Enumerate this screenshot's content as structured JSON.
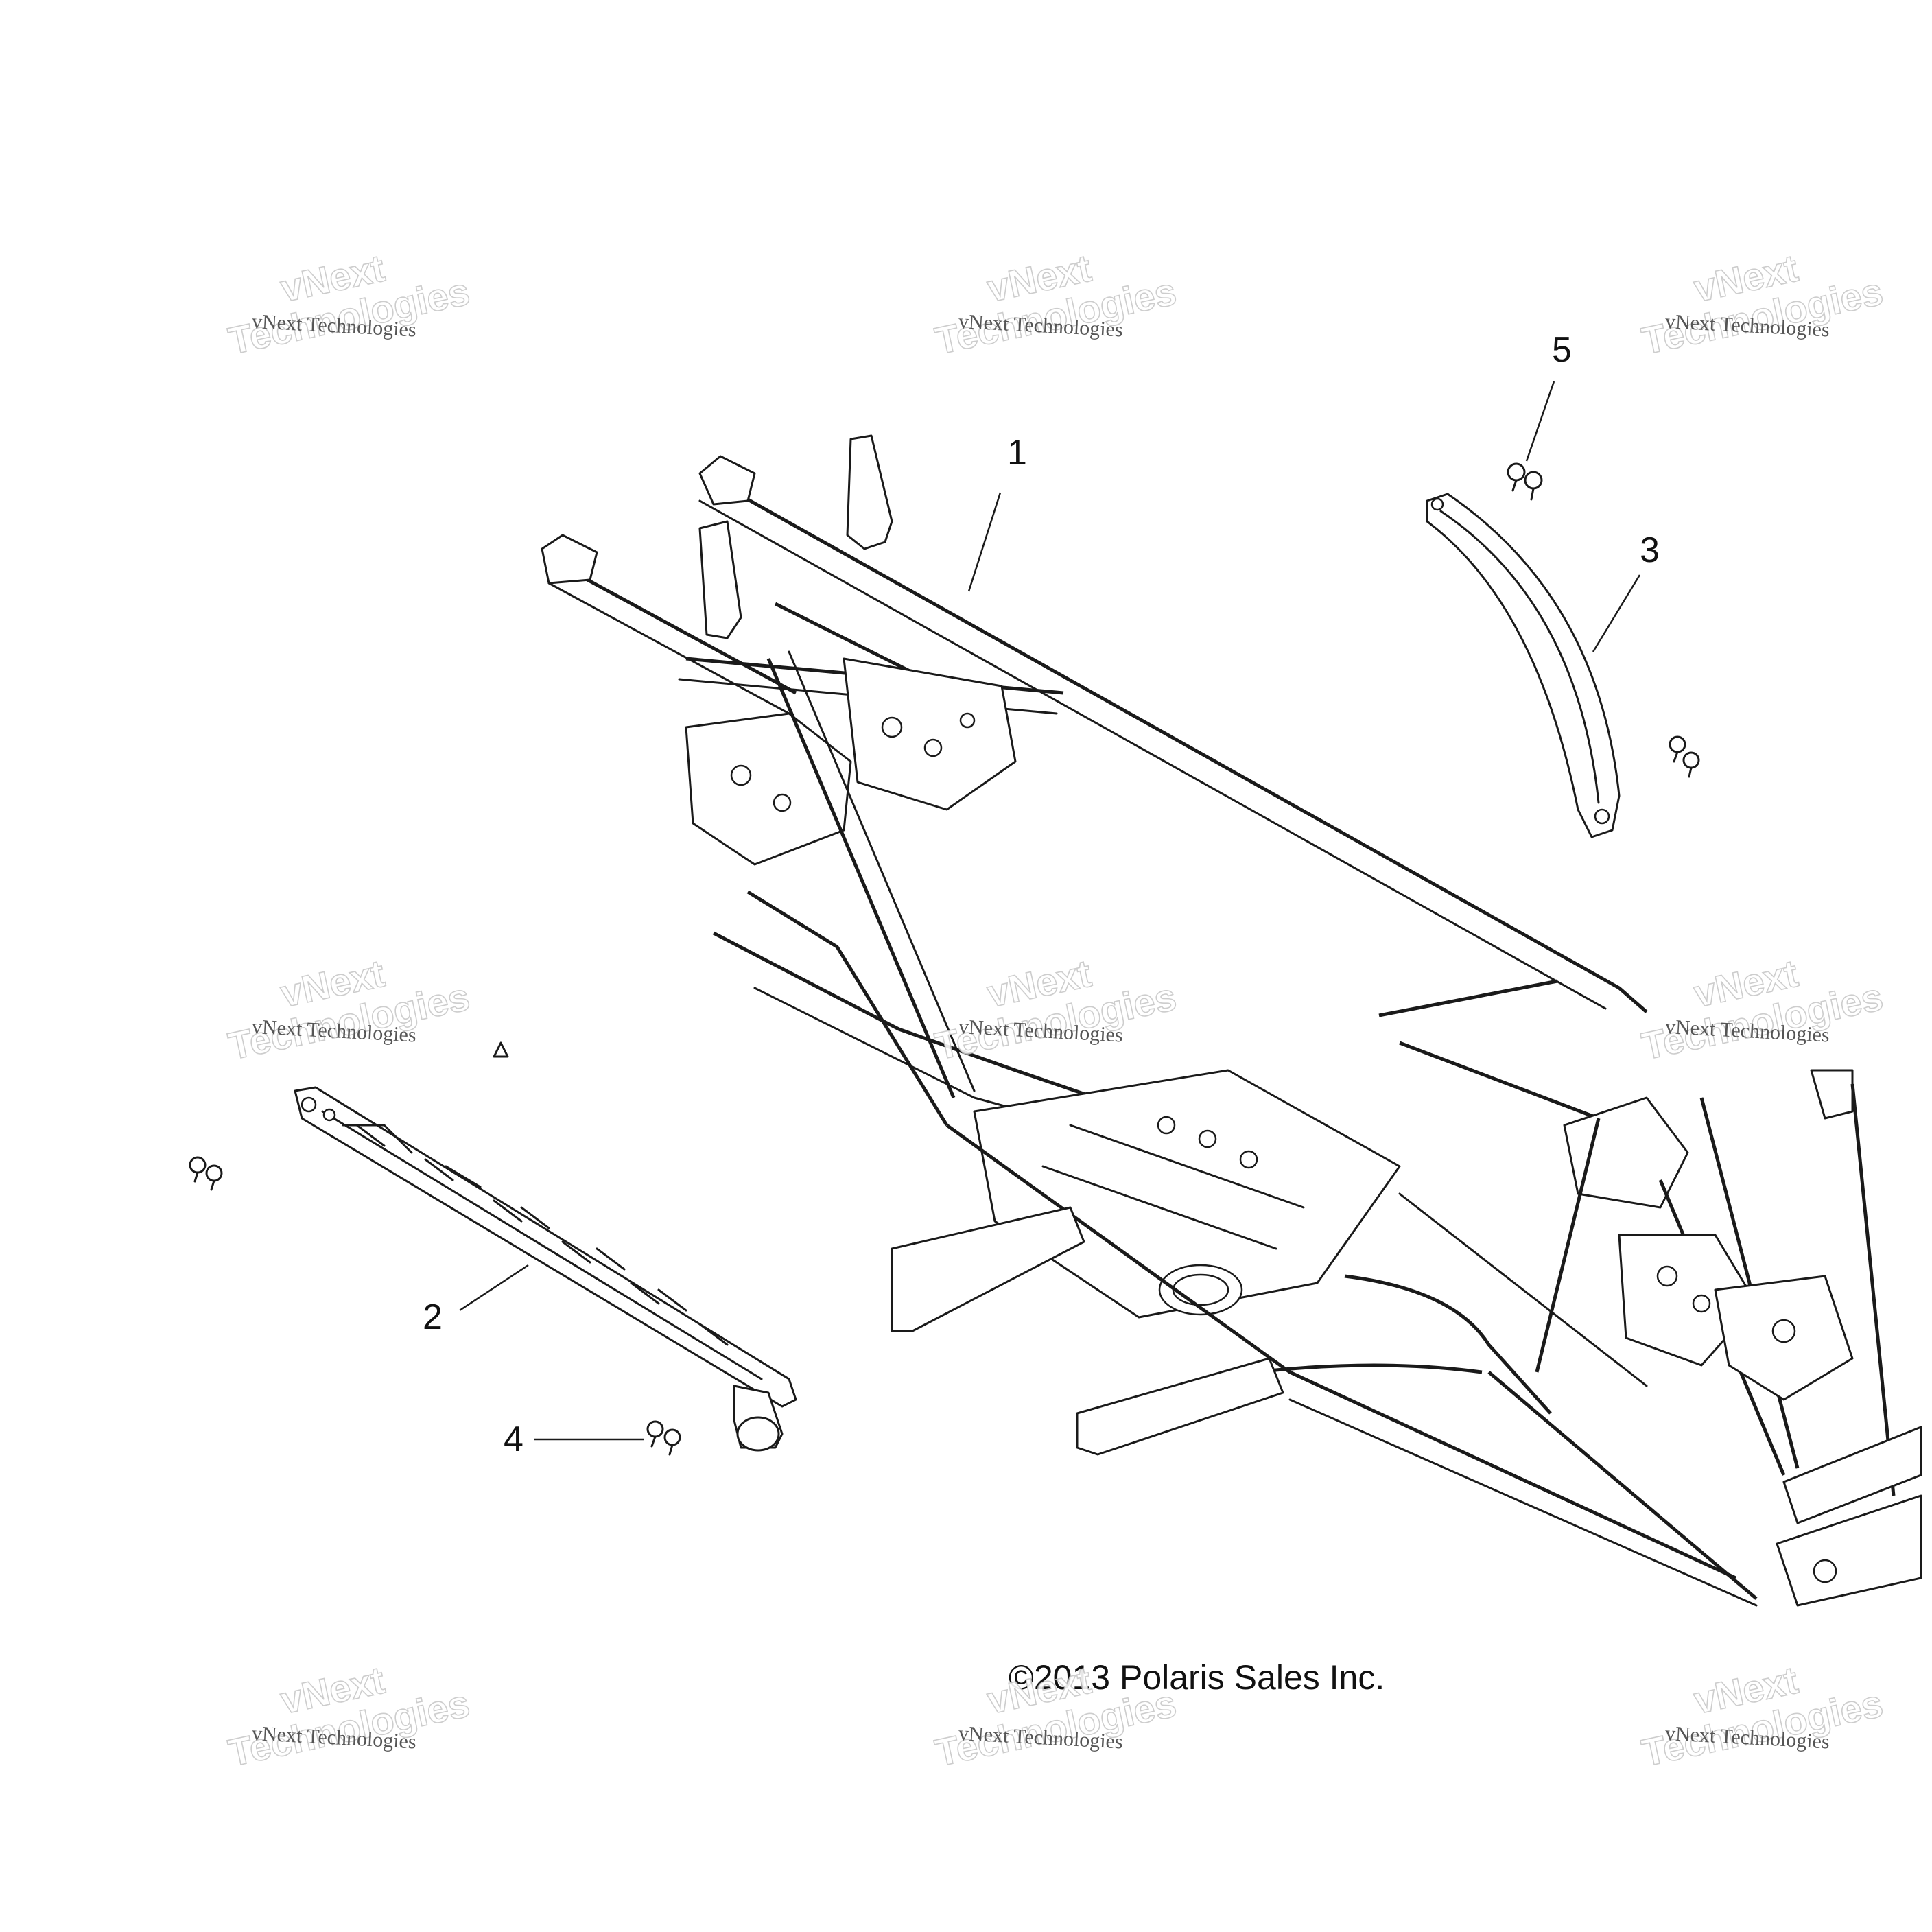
{
  "diagram": {
    "copyright": "©2013 Polaris Sales Inc.",
    "callouts": [
      {
        "id": "1",
        "label": "1"
      },
      {
        "id": "2",
        "label": "2"
      },
      {
        "id": "3",
        "label": "3"
      },
      {
        "id": "4",
        "label": "4"
      },
      {
        "id": "5",
        "label": "5"
      }
    ],
    "watermark": {
      "line_small": "vNext Technologies",
      "line_big_top": "vNext",
      "line_big_bottom": "Technologies"
    }
  }
}
